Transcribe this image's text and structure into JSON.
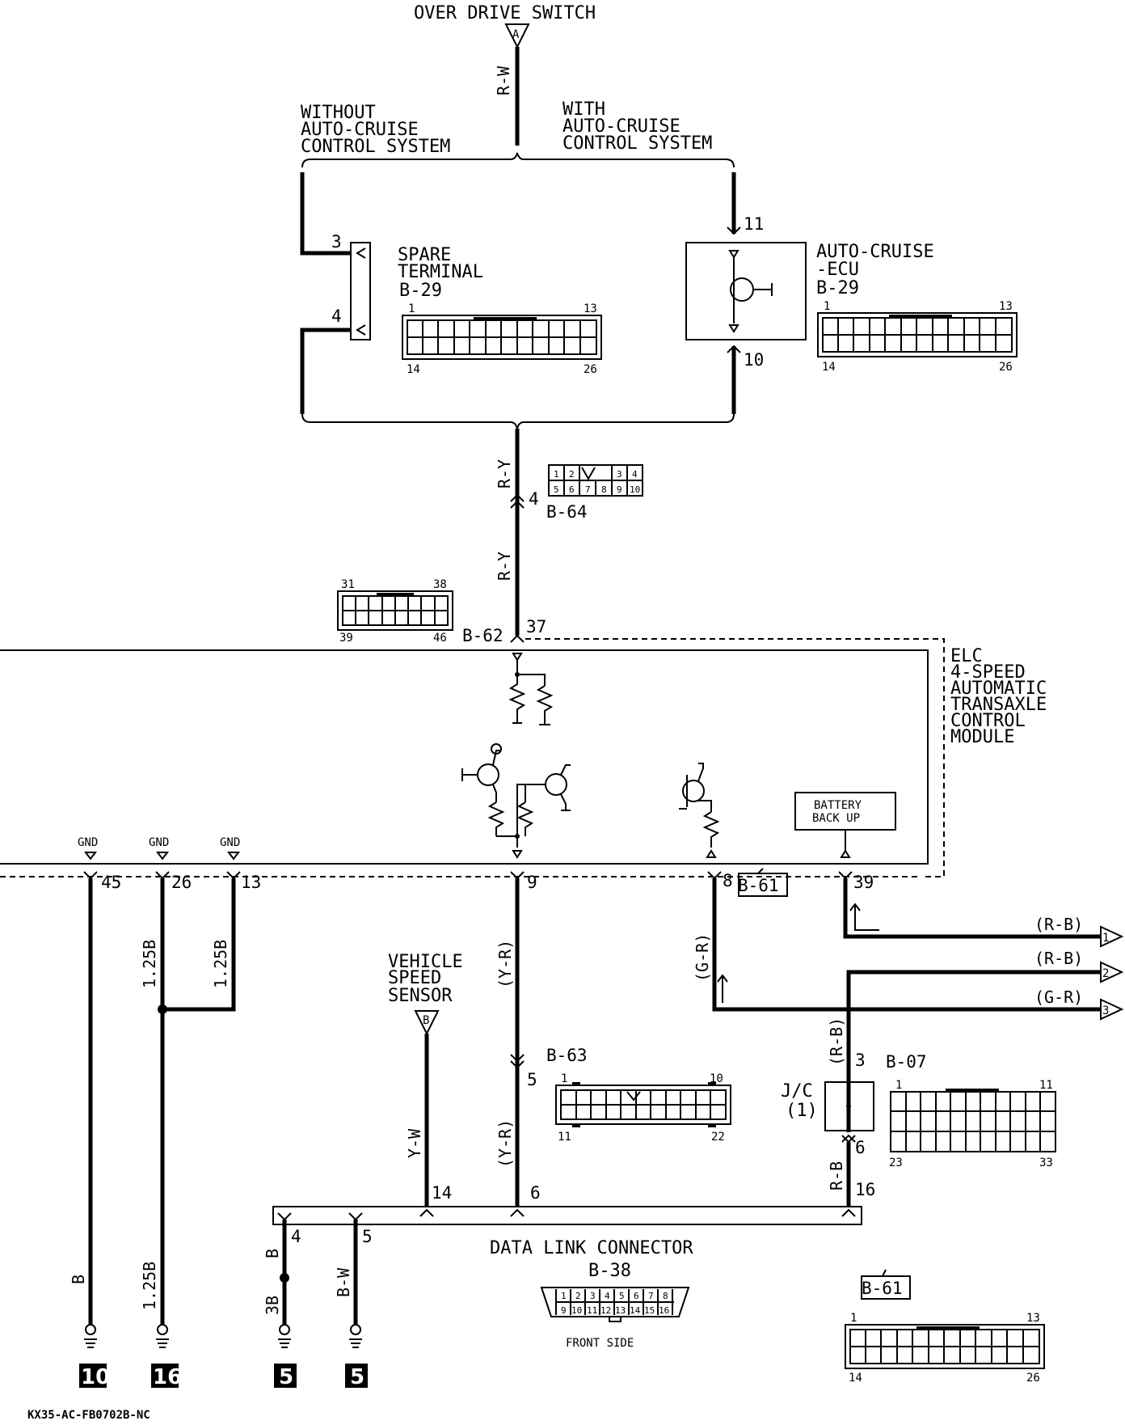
{
  "over_drive_switch": {
    "label": "OVER DRIVE SWITCH",
    "connector": "A",
    "wire": "R-W"
  },
  "branch_without": {
    "line1": "WITHOUT",
    "line2": "AUTO-CRUISE",
    "line3": "CONTROL SYSTEM"
  },
  "branch_with": {
    "line1": "WITH",
    "line2": "AUTO-CRUISE",
    "line3": "CONTROL SYSTEM"
  },
  "spare_terminal": {
    "line1": "SPARE",
    "line2": "TERMINAL",
    "conn": "B-29",
    "pin_top": "3",
    "pin_bottom": "4",
    "c_tl": "1",
    "c_tr": "13",
    "c_bl": "14",
    "c_br": "26"
  },
  "auto_cruise": {
    "line1": "AUTO-CRUISE",
    "line2": "-ECU",
    "conn": "B-29",
    "pin_top": "11",
    "pin_bottom": "10",
    "c_tl": "1",
    "c_tr": "13",
    "c_bl": "14",
    "c_br": "26"
  },
  "b64": {
    "wire_upper": "R-Y",
    "wire_lower": "R-Y",
    "pin": "4",
    "conn": "B-64",
    "cells_top": [
      "1",
      "2",
      "3",
      "4"
    ],
    "cells_bottom": [
      "5",
      "6",
      "7",
      "8",
      "9",
      "10"
    ]
  },
  "b62": {
    "conn": "B-62",
    "pin": "37",
    "c_tl": "31",
    "c_tr": "38",
    "c_bl": "39",
    "c_br": "46"
  },
  "module": {
    "line1": "ELC",
    "line2": "4-SPEED",
    "line3": "AUTOMATIC",
    "line4": "TRANSAXLE",
    "line5": "CONTROL",
    "line6": "MODULE",
    "battery_line1": "BATTERY",
    "battery_line2": "BACK UP"
  },
  "gnd": {
    "label1": "GND",
    "label2": "GND",
    "label3": "GND",
    "pin45": "45",
    "pin26": "26",
    "pin13": "13",
    "wire45": "B",
    "wire26_upper": "1.25B",
    "wire13": "1.25B",
    "wire26_lower": "1.25B"
  },
  "pins": {
    "p9": "9",
    "p8": "8",
    "p39": "39",
    "b61_tag": "B-61"
  },
  "vss": {
    "line1": "VEHICLE",
    "line2": "SPEED",
    "line3": "SENSOR",
    "connector": "B",
    "wire": "Y-W",
    "pin": "14"
  },
  "b63": {
    "wire_upper": "(Y-R)",
    "wire_lower": "(Y-R)",
    "pin": "5",
    "conn": "B-63",
    "pin_dlc": "6",
    "c_tl": "1",
    "c_tr": "10",
    "c_bl": "11",
    "c_br": "22"
  },
  "outputs": {
    "wire1": "(R-B)",
    "num1": "1",
    "wire2": "(R-B)",
    "num2": "2",
    "wire3": "(G-R)",
    "num3": "3",
    "wire8": "(G-R)"
  },
  "jc": {
    "line1": "J/C",
    "line2": "(1)",
    "wire_upper": "(R-B)",
    "pin_upper": "3",
    "pin_lower": "6",
    "wire_lower": "R-B",
    "pin_dlc": "16",
    "conn": "B-07",
    "c_tl": "1",
    "c_tr": "11",
    "c_bl": "23",
    "c_br": "33"
  },
  "dlc": {
    "title": "DATA LINK CONNECTOR",
    "conn": "B-38",
    "front": "FRONT SIDE",
    "pin4": "4",
    "pin5": "5",
    "wire4": "B",
    "wire4_lower": "3B",
    "wire5": "B-W",
    "cells_top": [
      "1",
      "2",
      "3",
      "4",
      "5",
      "6",
      "7",
      "8"
    ],
    "cells_bottom": [
      "9",
      "10",
      "11",
      "12",
      "13",
      "14",
      "15",
      "16"
    ]
  },
  "grounds": [
    "10",
    "16",
    "5",
    "5"
  ],
  "b61_bottom": {
    "conn": "B-61",
    "c_tl": "1",
    "c_tr": "13",
    "c_bl": "14",
    "c_br": "26"
  },
  "footer": {
    "code": "KX35-AC-FB0702B-NC"
  }
}
